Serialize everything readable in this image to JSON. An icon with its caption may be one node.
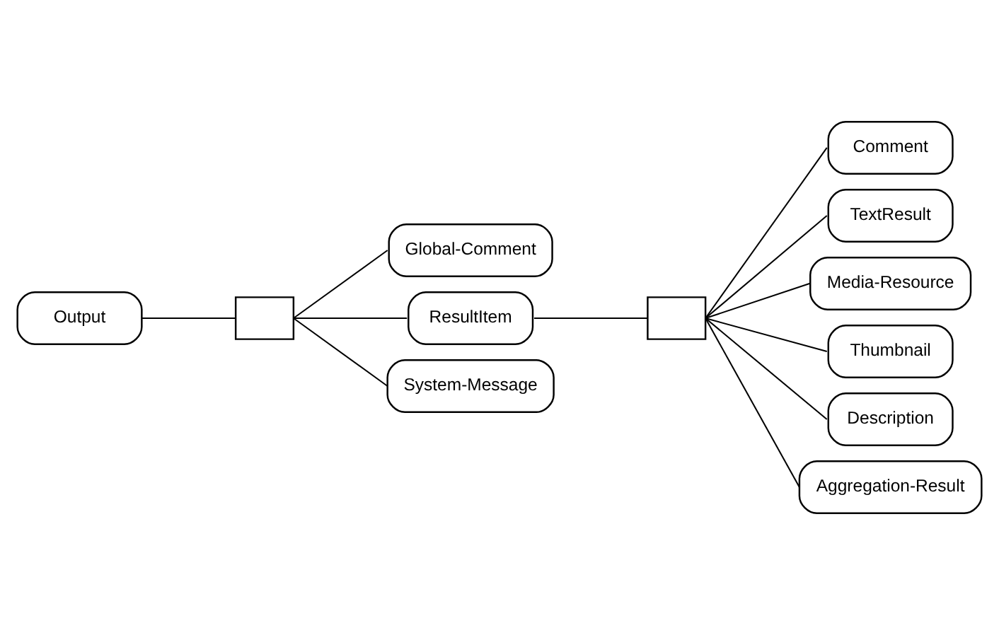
{
  "diagram": {
    "nodes": [
      {
        "text": [
          "Output"
        ]
      },
      {
        "text": [],
        "shape": "box"
      },
      {
        "text": [
          "Global-Comment"
        ]
      },
      {
        "text": [
          "ResultItem"
        ]
      },
      {
        "text": [
          "System-Message"
        ]
      },
      {
        "text": [],
        "shape": "box"
      },
      {
        "text": [
          "Comment"
        ]
      },
      {
        "text": [
          "TextResult"
        ]
      },
      {
        "text": [
          "Media-Resource"
        ]
      },
      {
        "text": [
          "Thumbnail"
        ]
      },
      {
        "text": [
          "Description"
        ]
      },
      {
        "text": [
          "Aggregation-Result"
        ]
      }
    ],
    "edges": [
      {
        "from": 0,
        "to": 1,
        "arrow": "none"
      },
      {
        "from": 1,
        "to": 2,
        "arrow": "none"
      },
      {
        "from": 1,
        "to": 3,
        "arrow": "none"
      },
      {
        "from": 1,
        "to": 4,
        "arrow": "none"
      },
      {
        "from": 3,
        "to": 5,
        "arrow": "none"
      },
      {
        "from": 5,
        "to": 6,
        "arrow": "none"
      },
      {
        "from": 5,
        "to": 7,
        "arrow": "none"
      },
      {
        "from": 5,
        "to": 8,
        "arrow": "none"
      },
      {
        "from": 5,
        "to": 9,
        "arrow": "none"
      },
      {
        "from": 5,
        "to": 10,
        "arrow": "none"
      },
      {
        "from": 5,
        "to": 11,
        "arrow": "none"
      }
    ]
  }
}
